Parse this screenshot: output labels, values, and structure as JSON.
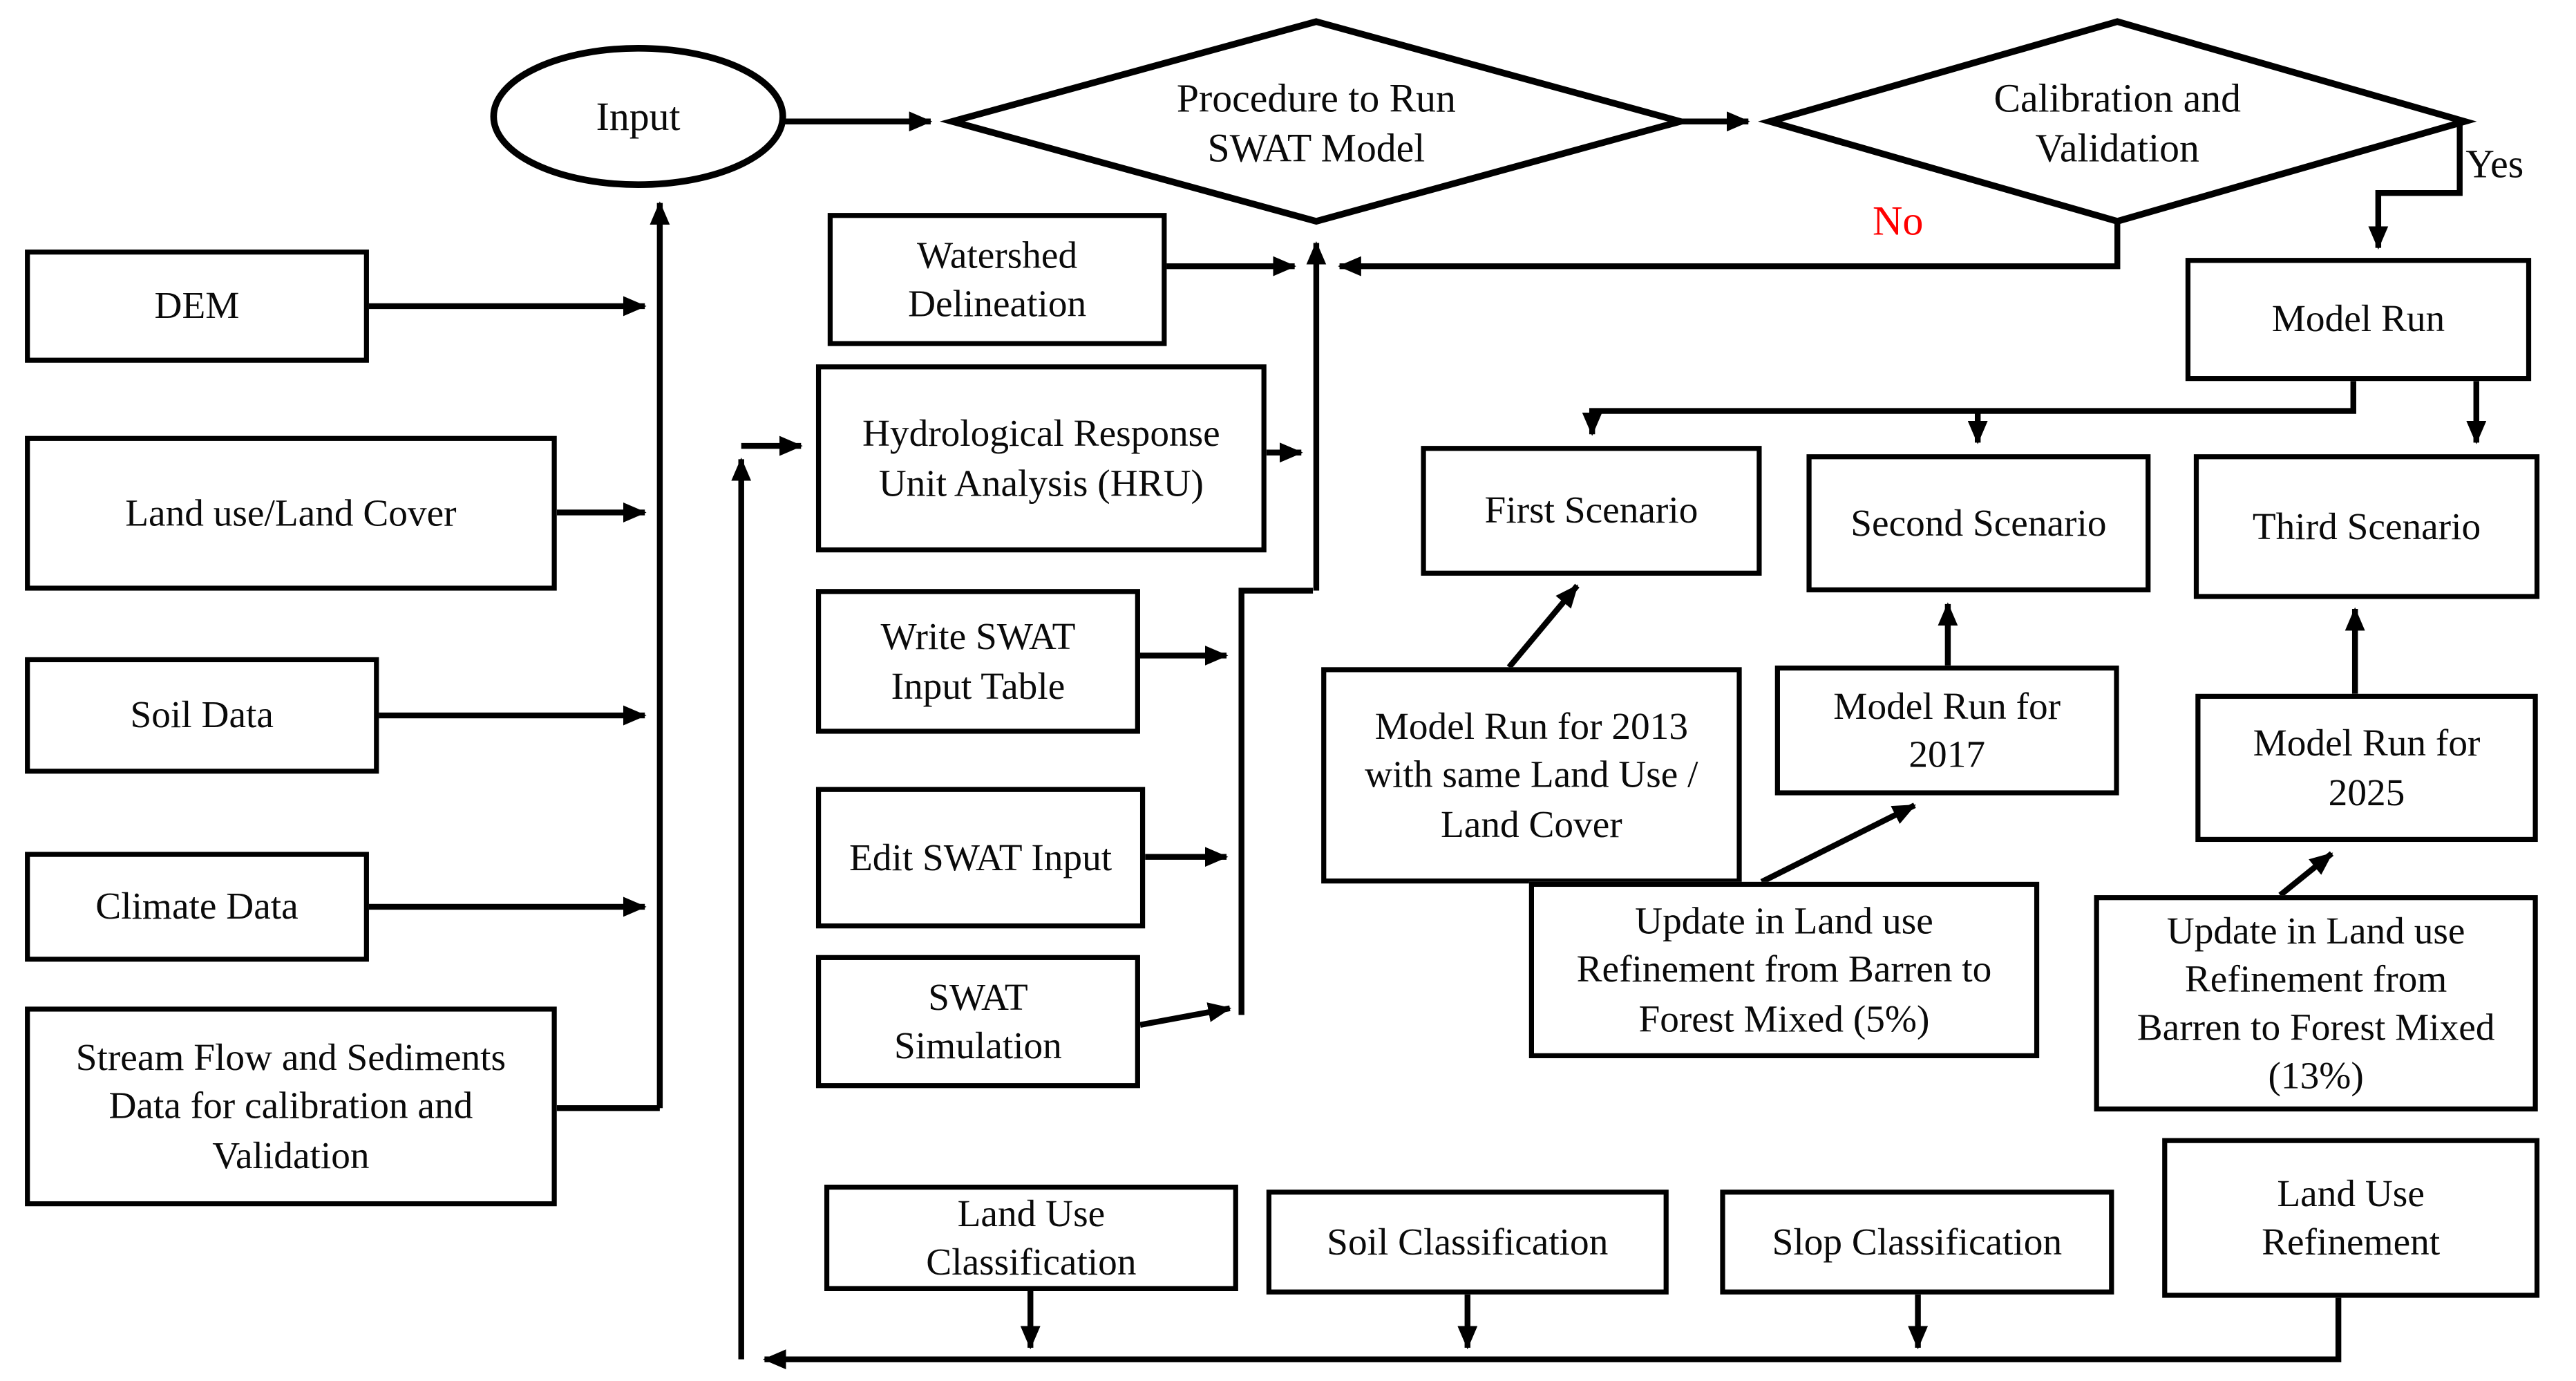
{
  "figure": {
    "description": "Flowchart of SWAT model setup, calibration and land-use scenario runs",
    "background": "#ffffff"
  },
  "colors": {
    "stroke": "#000000",
    "text": "#0a0a0a",
    "no_label": "#ff0000",
    "yes_label": "#0a0a0a"
  },
  "nodes": {
    "input": {
      "label": "Input",
      "shape": "ellipse"
    },
    "procedure_decision": {
      "label": "Procedure to Run\nSWAT Model",
      "shape": "diamond"
    },
    "calibration_decision": {
      "label": "Calibration and\nValidation",
      "shape": "diamond"
    },
    "dem": {
      "label": "DEM",
      "shape": "rect"
    },
    "land_use_land_cover": {
      "label": "Land use/Land Cover",
      "shape": "rect"
    },
    "soil_data": {
      "label": "Soil Data",
      "shape": "rect"
    },
    "climate_data": {
      "label": "Climate Data",
      "shape": "rect"
    },
    "stream_flow": {
      "label": "Stream Flow and Sediments\nData for calibration and\nValidation",
      "shape": "rect"
    },
    "watershed_delineation": {
      "label": "Watershed\nDelineation",
      "shape": "rect"
    },
    "hru_analysis": {
      "label": "Hydrological Response\nUnit Analysis (HRU)",
      "shape": "rect"
    },
    "write_swat_input": {
      "label": "Write SWAT\nInput Table",
      "shape": "rect"
    },
    "edit_swat_input": {
      "label": "Edit SWAT Input",
      "shape": "rect"
    },
    "swat_simulation": {
      "label": "SWAT\nSimulation",
      "shape": "rect"
    },
    "model_run": {
      "label": "Model Run",
      "shape": "rect"
    },
    "first_scenario": {
      "label": "First Scenario",
      "shape": "rect"
    },
    "second_scenario": {
      "label": "Second Scenario",
      "shape": "rect"
    },
    "third_scenario": {
      "label": "Third Scenario",
      "shape": "rect"
    },
    "model_run_2013": {
      "label": "Model Run for 2013\nwith same Land Use /\nLand Cover",
      "shape": "rect"
    },
    "model_run_2017": {
      "label": "Model Run for\n2017",
      "shape": "rect"
    },
    "model_run_2025": {
      "label": "Model Run for\n2025",
      "shape": "rect"
    },
    "update_5_percent": {
      "label": "Update in Land use\nRefinement from Barren to\nForest Mixed (5%)",
      "shape": "rect"
    },
    "update_13_percent": {
      "label": "Update in Land use\nRefinement from\nBarren to Forest Mixed\n(13%)",
      "shape": "rect"
    },
    "land_use_classification": {
      "label": "Land Use\nClassification",
      "shape": "rect"
    },
    "soil_classification": {
      "label": "Soil Classification",
      "shape": "rect"
    },
    "slop_classification": {
      "label": "Slop Classification",
      "shape": "rect"
    },
    "land_use_refinement": {
      "label": "Land Use\nRefinement",
      "shape": "rect"
    }
  },
  "edge_labels": {
    "no": "No",
    "yes": "Yes"
  }
}
